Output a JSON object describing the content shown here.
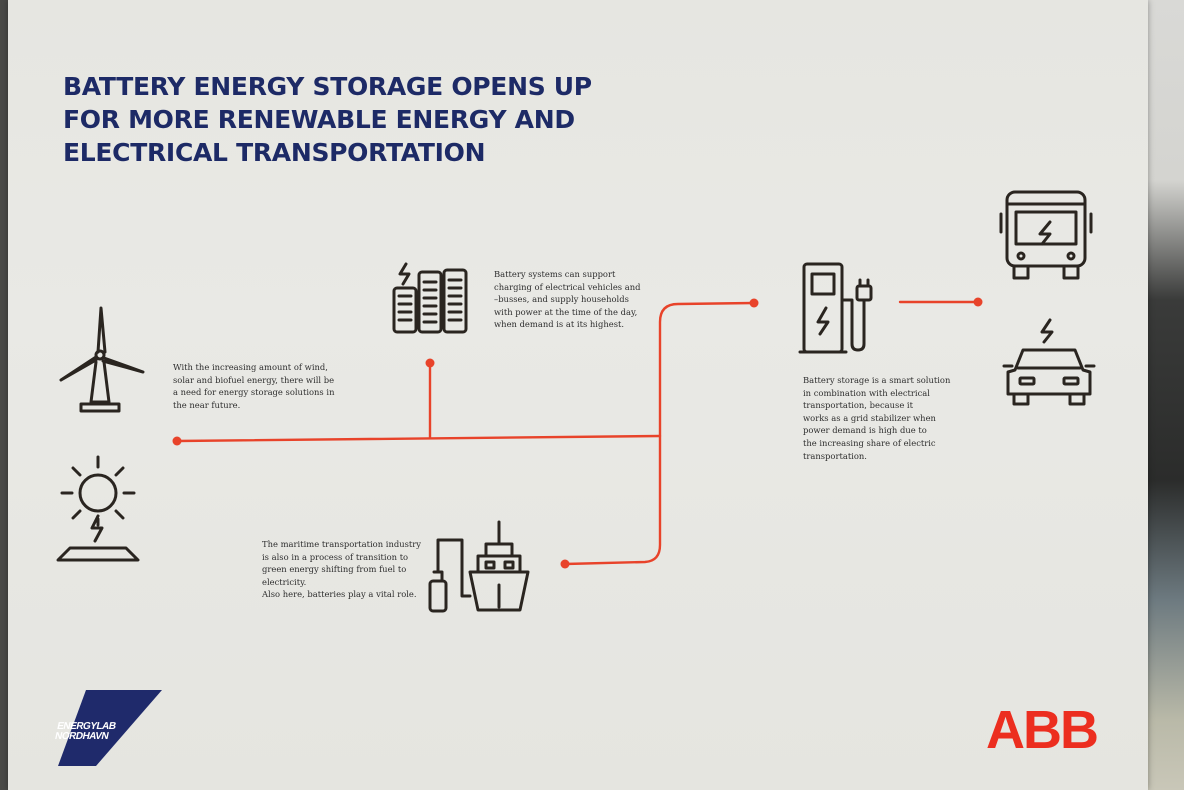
{
  "poster": {
    "title_lines": [
      "BATTERY ENERGY STORAGE OPENS UP",
      "FOR MORE RENEWABLE ENERGY AND",
      "ELECTRICAL TRANSPORTATION"
    ],
    "texts": {
      "renewables": "With the increasing amount of wind,\nsolar and biofuel energy, there will be\na need for energy storage solutions in\nthe near future.",
      "households": "Battery systems can support\ncharging of electrical vehicles and\n–busses, and supply households\nwith power at the time of the day,\nwhen demand is at its highest.",
      "maritime": "The maritime transportation industry\nis also in a process of transition to\ngreen energy shifting from fuel to\nelectricity.\nAlso here, batteries play a vital role.",
      "transport": "Battery storage is a smart solution\nin combination with electrical\ntransportation, because it\nworks as a grid stabilizer when\npower demand is high due to\nthe increasing share of electric\ntransportation."
    },
    "logos": {
      "left_line1": "ENERGYLAB",
      "left_line2": "NORDHAVN",
      "right": "ABB"
    },
    "icons": [
      "wind-turbine-icon",
      "sun-solar-panel-icon",
      "city-buildings-battery-icon",
      "ship-charger-icon",
      "charging-station-icon",
      "bus-icon",
      "electric-car-icon"
    ],
    "colors": {
      "title": "#1d2a66",
      "line": "#e8432a",
      "icon": "#2a2520",
      "abb": "#ec2e1f",
      "energylab": "#1f2a6b"
    }
  }
}
